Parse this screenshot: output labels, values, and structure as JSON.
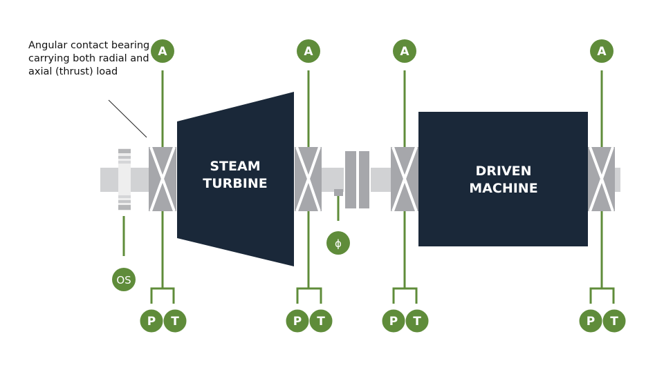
{
  "annotation": {
    "text": "Angular contact bearing carrying both radial and axial (thrust) load"
  },
  "machines": {
    "steam_turbine": {
      "line1": "STEAM",
      "line2": "TURBINE"
    },
    "driven_machine": {
      "line1": "DRIVEN",
      "line2": "MACHINE"
    }
  },
  "sensors": {
    "accelerometer": "A",
    "pressure": "P",
    "temperature": "T",
    "overspeed": "OS",
    "phase": "ϕ"
  },
  "colors": {
    "green": "#5f8c3a",
    "navy": "#1a2839",
    "bearing_gray": "#a6a7ab",
    "shaft_gray": "#d1d2d4"
  }
}
